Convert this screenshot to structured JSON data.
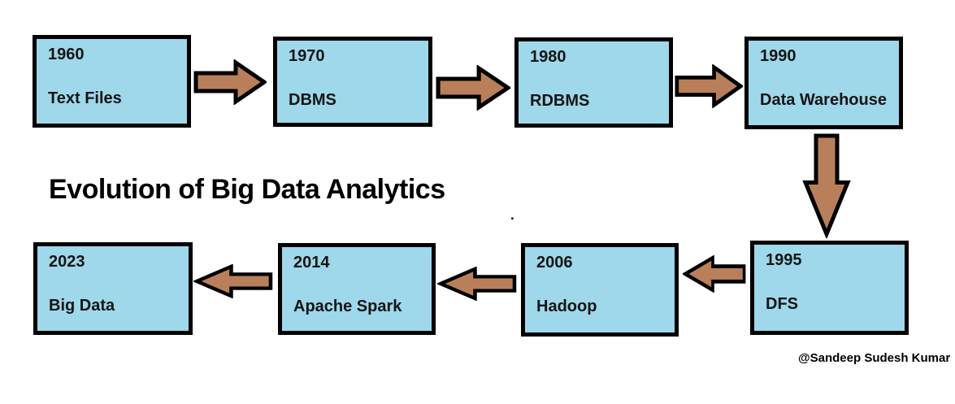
{
  "title": "Evolution of Big Data Analytics",
  "credit": "@Sandeep Sudesh Kumar",
  "stray_mark": ".",
  "colors": {
    "box_fill": "#9ed8ea",
    "box_border": "#000000",
    "arrow_fill": "#b97f5b",
    "arrow_border": "#000000"
  },
  "nodes": [
    {
      "year": "1960",
      "label": "Text Files"
    },
    {
      "year": "1970",
      "label": "DBMS"
    },
    {
      "year": "1980",
      "label": "RDBMS"
    },
    {
      "year": "1990",
      "label": "Data Warehouse"
    },
    {
      "year": "1995",
      "label": "DFS"
    },
    {
      "year": "2006",
      "label": "Hadoop"
    },
    {
      "year": "2014",
      "label": "Apache Spark"
    },
    {
      "year": "2023",
      "label": "Big Data"
    }
  ]
}
